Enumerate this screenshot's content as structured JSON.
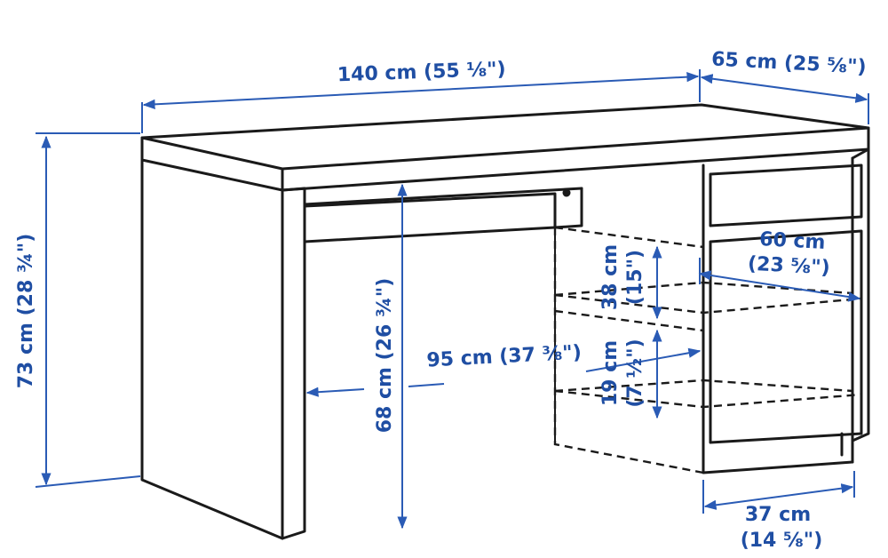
{
  "dimensions": {
    "width": "140 cm (55 ⅛\")",
    "depth": "65 cm (25 ⅝\")",
    "total_height": "73 cm (28 ¾\")",
    "knee_height": "68 cm (26 ¾\")",
    "knee_width": "95 cm (37 ⅜\")",
    "shelf_upper_height": {
      "cm": "38 cm",
      "in": "(15\")"
    },
    "shelf_lower_height": {
      "cm": "19 cm",
      "in": "(7 ½\")"
    },
    "shelf_depth": {
      "cm": "60 cm",
      "in": "(23 ⅝\")"
    },
    "cabinet_width": {
      "cm": "37 cm",
      "in": "(14 ⅝\")"
    }
  },
  "colors": {
    "dimension_text": "#1f4ea3",
    "dimension_line": "#2a5bb5",
    "outline": "#1a1a1a"
  }
}
